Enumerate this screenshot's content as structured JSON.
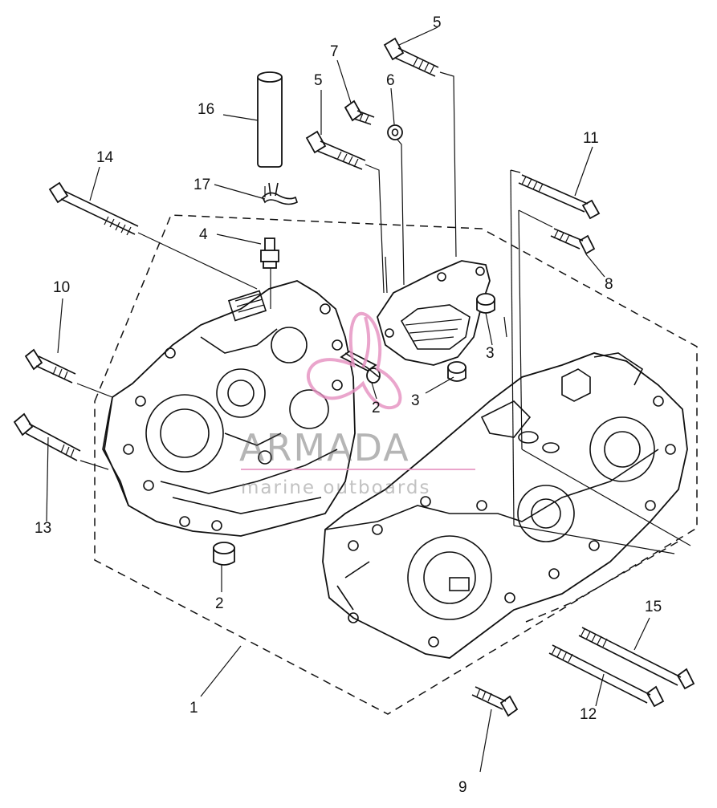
{
  "diagram": {
    "callouts": [
      {
        "id": "c1",
        "text": "1"
      },
      {
        "id": "c2a",
        "text": "2"
      },
      {
        "id": "c2b",
        "text": "2"
      },
      {
        "id": "c3a",
        "text": "3"
      },
      {
        "id": "c3b",
        "text": "3"
      },
      {
        "id": "c4",
        "text": "4"
      },
      {
        "id": "c5a",
        "text": "5"
      },
      {
        "id": "c5b",
        "text": "5"
      },
      {
        "id": "c6",
        "text": "6"
      },
      {
        "id": "c7",
        "text": "7"
      },
      {
        "id": "c8",
        "text": "8"
      },
      {
        "id": "c9",
        "text": "9"
      },
      {
        "id": "c10",
        "text": "10"
      },
      {
        "id": "c11",
        "text": "11"
      },
      {
        "id": "c12",
        "text": "12"
      },
      {
        "id": "c13",
        "text": "13"
      },
      {
        "id": "c14",
        "text": "14"
      },
      {
        "id": "c15",
        "text": "15"
      },
      {
        "id": "c16",
        "text": "16"
      },
      {
        "id": "c17",
        "text": "17"
      }
    ]
  },
  "watermark": {
    "brand": "ARMADA",
    "tagline": "marine outboards",
    "color": "#e58fbf"
  }
}
